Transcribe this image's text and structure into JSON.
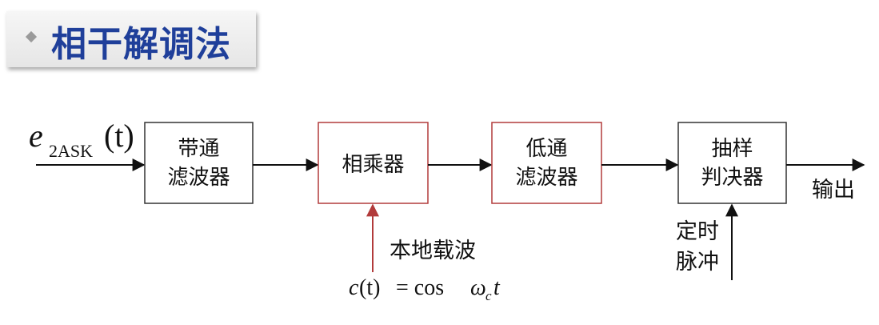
{
  "header": {
    "title": "相干解调法"
  },
  "diagram": {
    "input": {
      "symbol": "e",
      "subscript": "2ASK",
      "arg": "(t)"
    },
    "blocks": [
      {
        "id": "bandpass",
        "lines": [
          "带通",
          "滤波器"
        ],
        "color": "#333333"
      },
      {
        "id": "multiplier",
        "lines": [
          "相乘器"
        ],
        "color": "#b23b3b"
      },
      {
        "id": "lowpass",
        "lines": [
          "低通",
          "滤波器"
        ],
        "color": "#b23b3b"
      },
      {
        "id": "sampler",
        "lines": [
          "抽样",
          "判决器"
        ],
        "color": "#333333"
      }
    ],
    "carrier": {
      "label": "本地载波",
      "formula": {
        "lhs": "c",
        "arg": "(t)",
        "eq": " = cos ",
        "omega": "ω",
        "sub": "c",
        "t": "t"
      }
    },
    "timing": {
      "lines": [
        "定时",
        "脉冲"
      ]
    },
    "output_label": "输出",
    "colors": {
      "carrier_arrow": "#b23b3b",
      "line": "#111111"
    }
  }
}
